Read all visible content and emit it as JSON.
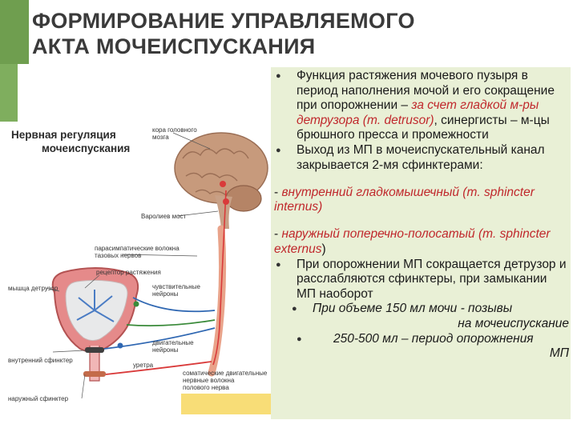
{
  "title": {
    "line1": "ФОРМИРОВАНИЕ УПРАВЛЯЕМОГО",
    "line2": "АКТА МОЧЕИСПУСКАНИЯ"
  },
  "figure": {
    "title_line1": "Нервная регуляция",
    "title_line2": "мочеиспускания",
    "labels": {
      "cortex_1": "кора головного",
      "cortex_2": "мозга",
      "pons": "Варолиев мост",
      "parasympathetic_1": "парасимпатические волокна",
      "parasympathetic_2": "тазовых нервов",
      "stretch_receptor": "рецептор растяжения",
      "detrusor": "мышца детрузор",
      "sensory_1": "чувствительные",
      "sensory_2": "нейроны",
      "motor_1": "двигательные",
      "motor_2": "нейроны",
      "internal_sphincter": "внутренний сфинктер",
      "urethra": "уретра",
      "somatic_1": "соматические двигательные",
      "somatic_2": "нервные волокна",
      "somatic_3": "полового нерва",
      "external_sphincter": "наружный сфинктер"
    }
  },
  "text": {
    "p1_a": "Функция растяжения мочевого пузыря в период наполнения мочой и его сокращение при опорожнении – ",
    "p1_red": "за счет гладкой м-ры детрузора (m. detrusor)",
    "p1_b": ", синергисты – м-цы брюшного пресса и промежности",
    "p2": "Выход из МП в мочеиспускательный канал закрывается 2-мя сфинктерами:",
    "d1_dash": "- ",
    "d1_red": "внутренний гладкомышечный (m. sphincter internus)",
    "d2_dash": "- ",
    "d2_red": "наружный поперечно-полосатый (m. sphincter externus",
    "d2_close": ")",
    "p3": "При опорожнении МП сокращается детрузор и расслабляются сфинктеры, при замыкании МП наоборот",
    "s1_a": "При объеме 150 мл мочи - позывы",
    "s1_b": "на мочеиспускание",
    "s2_a": "250-500 мл – период опорожнения",
    "s2_b": "МП"
  },
  "colors": {
    "accent_green": "#6f9e4f",
    "panel": "#e9f0d6",
    "emphasis_red": "#c0282c"
  }
}
